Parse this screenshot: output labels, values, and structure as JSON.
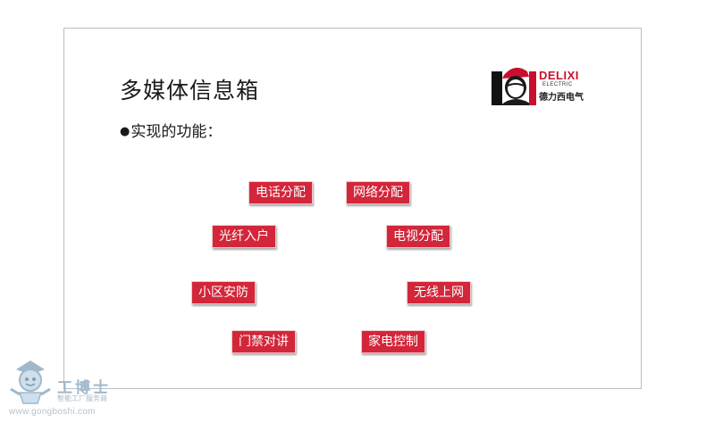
{
  "slide": {
    "title": "多媒体信息箱",
    "subtitle": "实现的功能：",
    "bullet": "●"
  },
  "logo": {
    "brand": "DELIXI",
    "sub": "ELECTRIC",
    "cn": "德力西电气",
    "brand_color": "#c8102e"
  },
  "features": [
    "电话分配",
    "网络分配",
    "光纤入户",
    "电视分配",
    "小区安防",
    "无线上网",
    "门禁对讲",
    "家电控制"
  ],
  "tag_color": "#d3263a",
  "watermark": {
    "cn": "工博士",
    "slogan": "智能工厂服务商",
    "url": "www.gongboshi.com"
  }
}
